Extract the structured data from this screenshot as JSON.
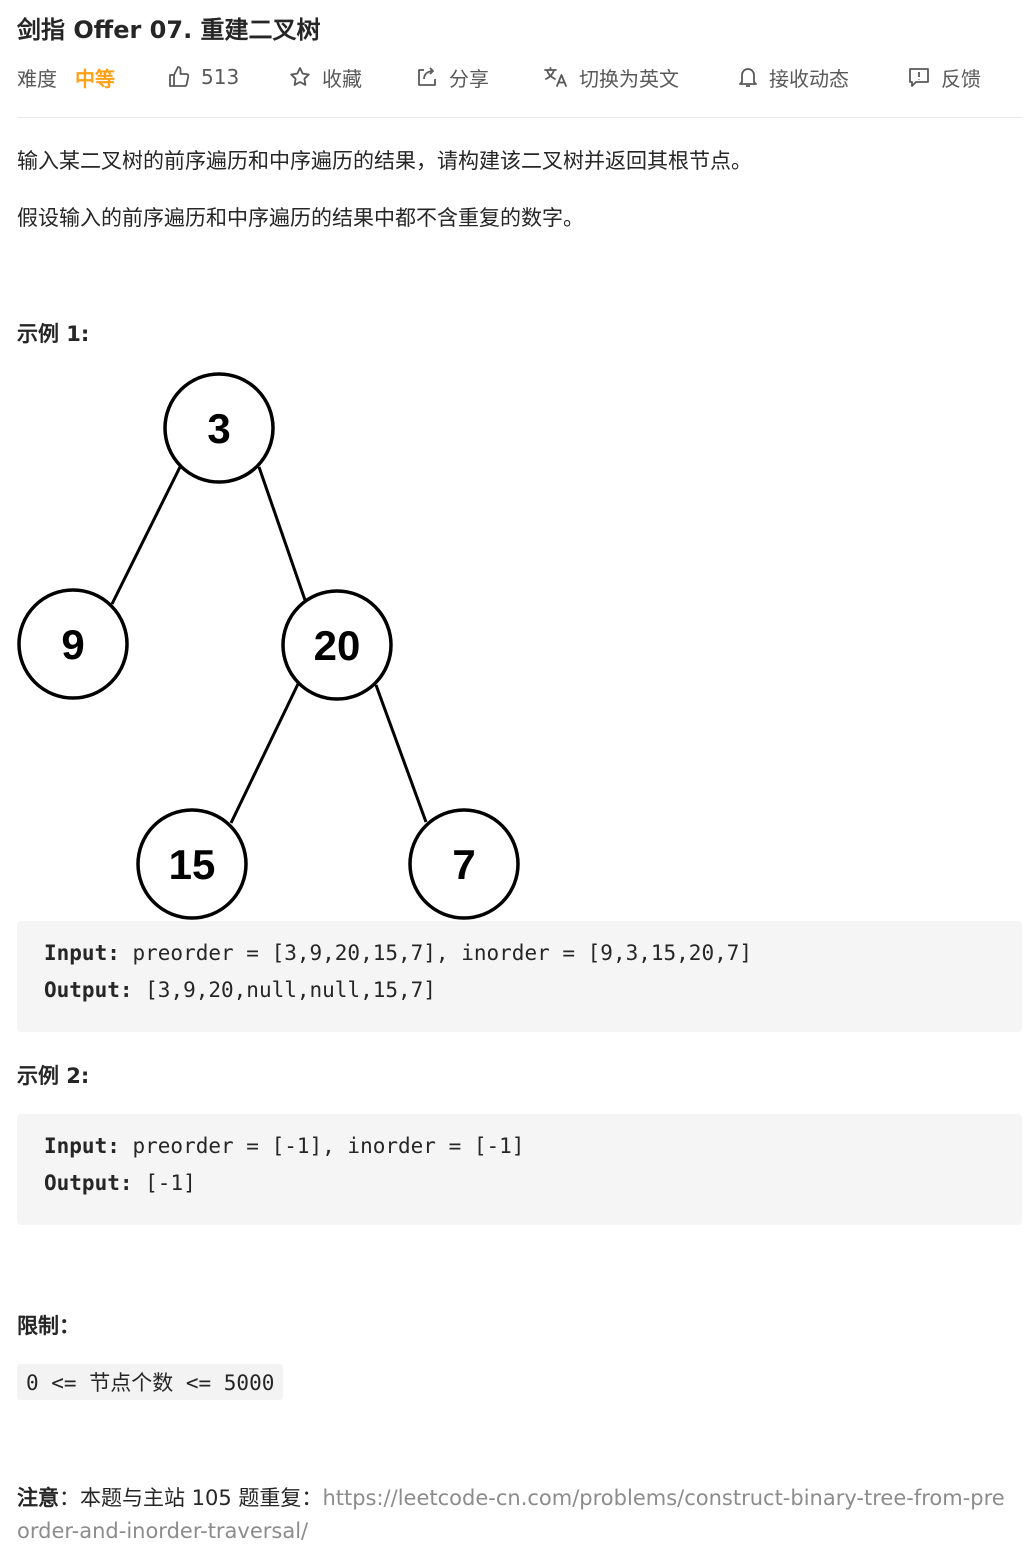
{
  "title": "剑指 Offer 07. 重建二叉树",
  "toolbar": {
    "difficulty_label": "难度",
    "difficulty_value": "中等",
    "likes": "513",
    "favorite": "收藏",
    "share": "分享",
    "translate": "切换为英文",
    "subscribe": "接收动态",
    "feedback": "反馈",
    "accent_color": "#ffa116"
  },
  "description": {
    "line1": "输入某二叉树的前序遍历和中序遍历的结果，请构建该二叉树并返回其根节点。",
    "line2": "假设输入的前序遍历和中序遍历的结果中都不含重复的数字。"
  },
  "example1": {
    "heading": "示例 1:",
    "tree_nodes": [
      "3",
      "9",
      "20",
      "15",
      "7"
    ],
    "input_label": "Input:",
    "input_value": " preorder = [3,9,20,15,7], inorder = [9,3,15,20,7]",
    "output_label": "Output:",
    "output_value": " [3,9,20,null,null,15,7]"
  },
  "example2": {
    "heading": "示例 2:",
    "input_label": "Input:",
    "input_value": " preorder = [-1], inorder = [-1]",
    "output_label": "Output:",
    "output_value": " [-1]"
  },
  "constraints": {
    "heading": "限制：",
    "item": "0 <= 节点个数 <= 5000"
  },
  "note": {
    "label": "注意",
    "text": "：本题与主站 105 题重复：",
    "link": "https://leetcode-cn.com/problems/construct-binary-tree-from-preorder-and-inorder-traversal/"
  }
}
